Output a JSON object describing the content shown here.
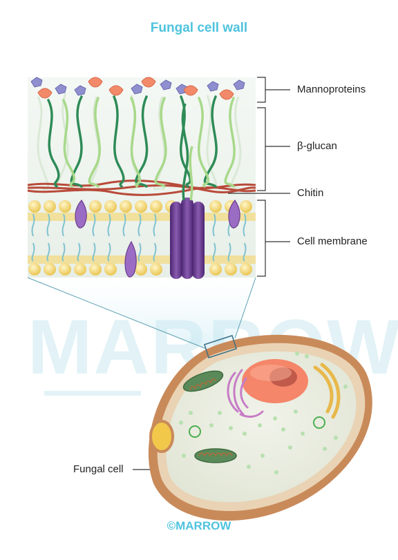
{
  "title": "Fungal cell wall",
  "watermark": "MARROW",
  "labels": {
    "mannoproteins": "Mannoproteins",
    "beta_glucan": "β-glucan",
    "chitin": "Chitin",
    "cell_membrane": "Cell membrane",
    "fungal_cell": "Fungal cell"
  },
  "credit": "©MARROW",
  "colors": {
    "title": "#4fc3de",
    "glucan_dark": "#2e8b57",
    "glucan_light": "#a8d98a",
    "chitin": "#b84a3a",
    "lipid_head": "#f2d46b",
    "protein": "#6a3b8c",
    "mannose_purple": "#8f8fd0",
    "mannose_orange": "#f28a6a",
    "cell_wall": "#c98a5a",
    "nucleus": "#f5866a"
  }
}
